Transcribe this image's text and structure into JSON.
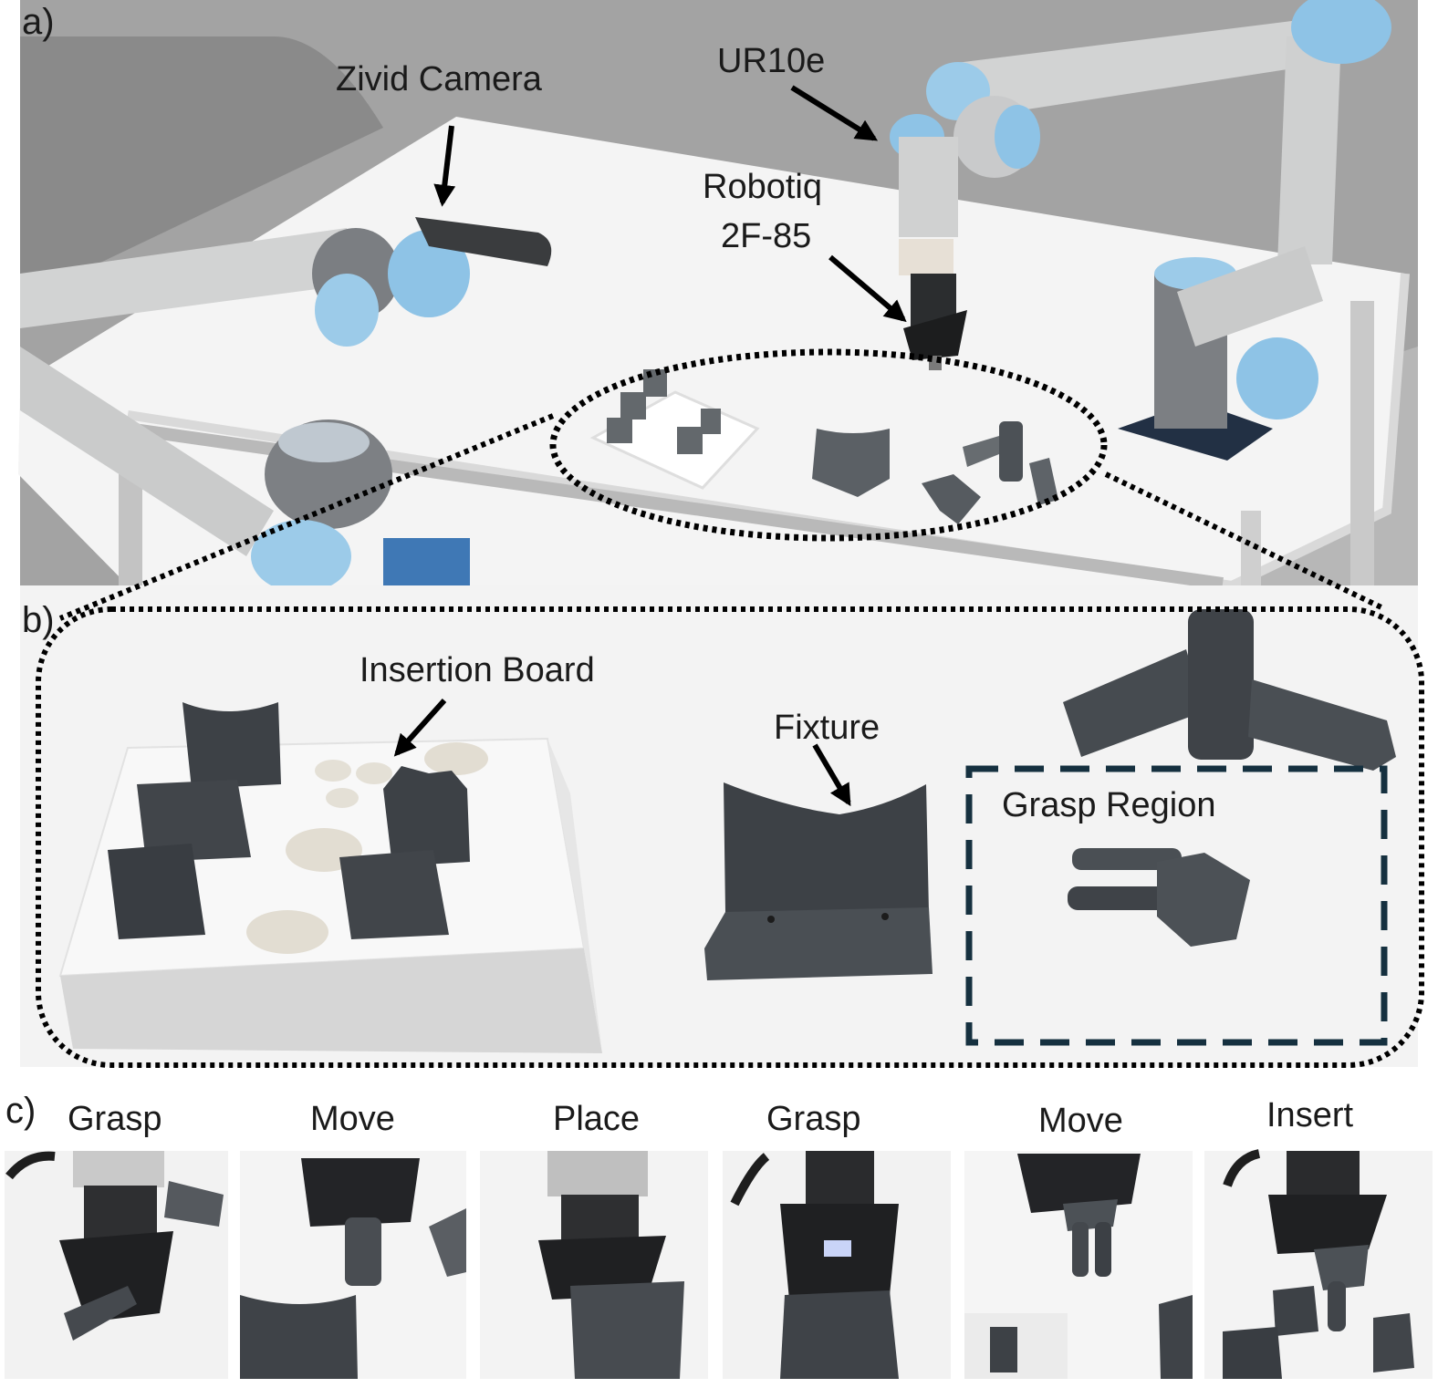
{
  "panel_a": {
    "letter": "a)",
    "labels": {
      "zivid_camera": "Zivid Camera",
      "ur10e": "UR10e",
      "robotiq_line1": "Robotiq",
      "robotiq_line2": "2F-85"
    }
  },
  "panel_b": {
    "letter": "b)",
    "labels": {
      "insertion_board": "Insertion Board",
      "fixture": "Fixture",
      "grasp_region": "Grasp Region"
    }
  },
  "panel_c": {
    "letter": "c)",
    "steps": [
      "Grasp",
      "Move",
      "Place",
      "Grasp",
      "Move",
      "Insert"
    ]
  },
  "colors": {
    "wall_gray": "#9c9c9c",
    "table_white": "#f2f2f2",
    "robot_gray": "#cfd0d0",
    "joint_blue": "#8ec3e6",
    "part_dark": "#44494e",
    "grasp_box": "#15303f"
  }
}
